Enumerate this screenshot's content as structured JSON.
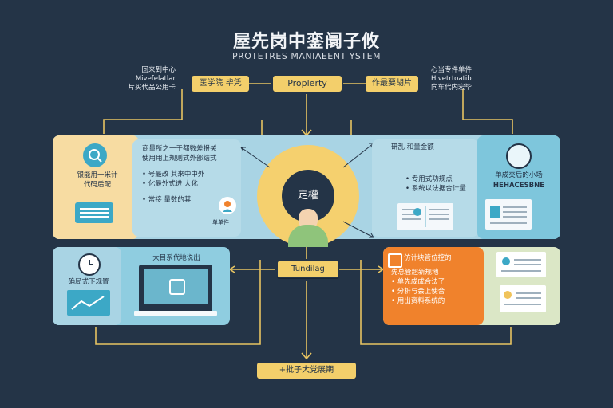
{
  "header": {
    "title": "屋先岗中銮阛子攸",
    "subtitle": "PROTETRES MANIAEENT YSTEM"
  },
  "top": {
    "left_note": [
      "回来到中心",
      "Mivefelatlar",
      "片买代品公用卡"
    ],
    "left_tag": "医学院 毕凭",
    "center_tag": "Proplerty",
    "right_tag": "作最要胡片",
    "right_note": [
      "心当专件单件",
      "Hivetrtoatib",
      "向车代内宏毕"
    ]
  },
  "middle": {
    "left_panel_text": [
      "银能用一米计",
      "代码后配"
    ],
    "center_block_lines": [
      "商量所之一于都数差报关",
      "使用用上规则式外部结式",
      "• 号最改 其来中中外",
      "• 化最外式进 大化",
      "• 常接 量数的其"
    ],
    "center_icon_label": "单单件",
    "center_label": "定權",
    "right_block_title": "研乱 和量金额",
    "right_block_lines": [
      "• 专用式功规点",
      "• 系统以法据合计量"
    ],
    "far_right_title": "单成交后的小场",
    "far_right_sub": "HEHACESBNE"
  },
  "bottom": {
    "left_text": "确局式下规置",
    "screen_title": "大目系代地说出",
    "center_tag": "Tundilag",
    "right_title": "仿计块管位控的",
    "right_lines": [
      "先总管超新规地",
      "• 单先成成合法了",
      "• 分析与会上使合",
      "• 用出资料系统的"
    ],
    "footer_tag": "+批子大党展期"
  },
  "colors": {
    "background": "#243447",
    "accent_yellow": "#f3cf6b",
    "light_blue": "#a9d4e4",
    "cream": "#f7dca2",
    "teal": "#6bb6cc",
    "orange": "#f0822c",
    "light_green": "#dbe7c6"
  }
}
